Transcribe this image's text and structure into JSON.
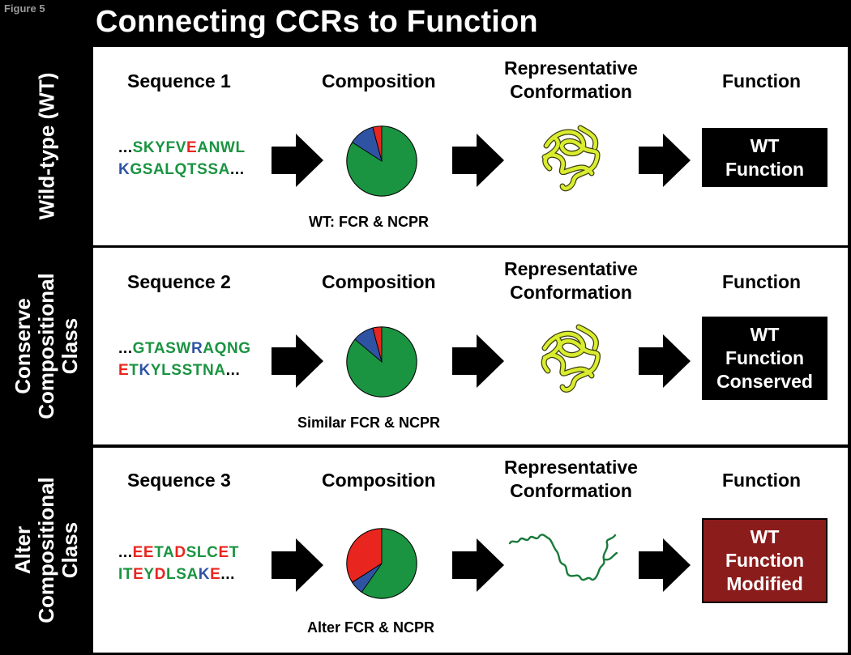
{
  "figure_label": "Figure 5",
  "title": "Connecting CCRs to Function",
  "colors": {
    "hydrophilic": "#1a9441",
    "negative": "#e8261f",
    "positive": "#2f53a3",
    "wt_box": "#000000",
    "modified_box": "#8b1c1c"
  },
  "headers": {
    "composition": "Composition",
    "conformation_line1": "Representative",
    "conformation_line2": "Conformation",
    "function": "Function"
  },
  "rows": [
    {
      "label_lines": [
        "Wild-type (WT)"
      ],
      "sequence_title": "Sequence 1",
      "seq_line1": [
        {
          "t": "...",
          "c": "k"
        },
        {
          "t": "SKYFV",
          "c": "g"
        },
        {
          "t": "E",
          "c": "r"
        },
        {
          "t": "ANWL",
          "c": "g"
        }
      ],
      "seq_line2": [
        {
          "t": "K",
          "c": "b"
        },
        {
          "t": "GSALQTSSA",
          "c": "g"
        },
        {
          "t": "...",
          "c": "k"
        }
      ],
      "composition_label": "WT: FCR & NCPR",
      "function_lines": [
        "WT",
        "Function"
      ],
      "function_box": "wt"
    },
    {
      "label_lines": [
        "Conserve",
        "Compositional",
        "Class"
      ],
      "sequence_title": "Sequence 2",
      "seq_line1": [
        {
          "t": "...",
          "c": "k"
        },
        {
          "t": "GTASW",
          "c": "g"
        },
        {
          "t": "R",
          "c": "b"
        },
        {
          "t": "AQNG",
          "c": "g"
        }
      ],
      "seq_line2": [
        {
          "t": "E",
          "c": "r"
        },
        {
          "t": "T",
          "c": "g"
        },
        {
          "t": "K",
          "c": "b"
        },
        {
          "t": "YLSSTNA",
          "c": "g"
        },
        {
          "t": "...",
          "c": "k"
        }
      ],
      "composition_label": "Similar FCR & NCPR",
      "function_lines": [
        "WT",
        "Function",
        "Conserved"
      ],
      "function_box": "wt"
    },
    {
      "label_lines": [
        "Alter",
        "Compositional",
        "Class"
      ],
      "sequence_title": "Sequence 3",
      "seq_line1": [
        {
          "t": "...",
          "c": "k"
        },
        {
          "t": "EE",
          "c": "r"
        },
        {
          "t": "TA",
          "c": "g"
        },
        {
          "t": "D",
          "c": "r"
        },
        {
          "t": "SLC",
          "c": "g"
        },
        {
          "t": "E",
          "c": "r"
        },
        {
          "t": "T",
          "c": "g"
        }
      ],
      "seq_line2": [
        {
          "t": "IT",
          "c": "g"
        },
        {
          "t": "E",
          "c": "r"
        },
        {
          "t": "Y",
          "c": "g"
        },
        {
          "t": "D",
          "c": "r"
        },
        {
          "t": "LSA",
          "c": "g"
        },
        {
          "t": "K",
          "c": "b"
        },
        {
          "t": "E",
          "c": "r"
        },
        {
          "t": "...",
          "c": "k"
        }
      ],
      "composition_label": "Alter FCR & NCPR",
      "function_lines": [
        "WT",
        "Function",
        "Modified"
      ],
      "function_box": "modified"
    }
  ]
}
